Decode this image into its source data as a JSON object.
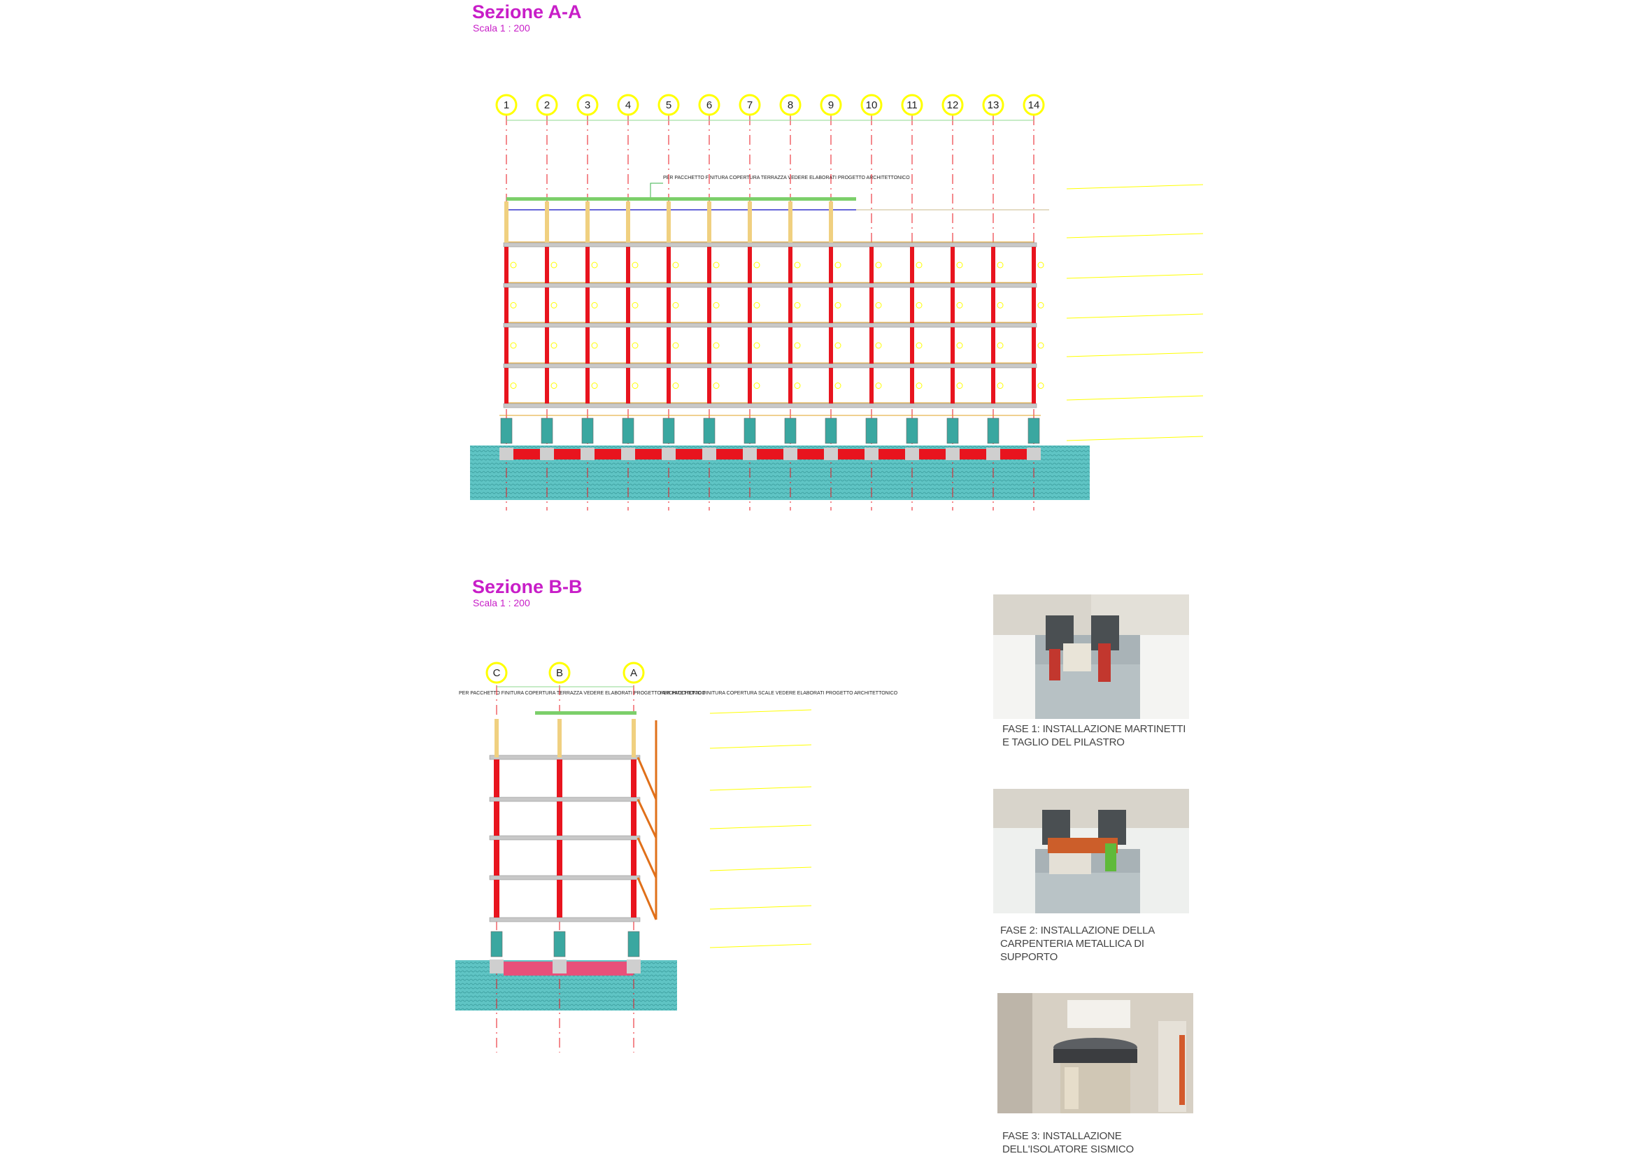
{
  "section_aa": {
    "title": "Sezione A-A",
    "scale": "Scala 1 : 200",
    "grid_labels": [
      "1",
      "2",
      "3",
      "4",
      "5",
      "6",
      "7",
      "8",
      "9",
      "10",
      "11",
      "12",
      "13",
      "14"
    ],
    "note": "PER PACCHETTO FINITURA COPERTURA TERRAZZA VEDERE ELABORATI PROGETTO ARCHITETTONICO"
  },
  "section_bb": {
    "title": "Sezione B-B",
    "scale": "Scala 1 : 200",
    "grid_labels": [
      "C",
      "B",
      "A"
    ],
    "note_left": "PER PACCHETTO FINITURA COPERTURA TERRAZZA VEDERE ELABORATI PROGETTO ARCHITETTONICO",
    "note_right": "PER PACCHETTO FINITURA COPERTURA SCALE VEDERE ELABORATI PROGETTO ARCHITETTONICO"
  },
  "phases": [
    {
      "caption": "FASE 1: INSTALLAZIONE MARTINETTI E TAGLIO DEL PILASTRO"
    },
    {
      "caption": "FASE 2: INSTALLAZIONE DELLA CARPENTERIA METALLICA DI SUPPORTO"
    },
    {
      "caption": "FASE 3: INSTALLAZIONE DELL'ISOLATORE SISMICO"
    }
  ],
  "colors": {
    "title": "#c81ec8",
    "structure_red": "#e8141e",
    "grid_yellow": "#ffff00",
    "foundation_teal": "#4fb8b8",
    "isolator_teal": "#3aa7a0",
    "slab_gray": "#c8c8c8"
  }
}
